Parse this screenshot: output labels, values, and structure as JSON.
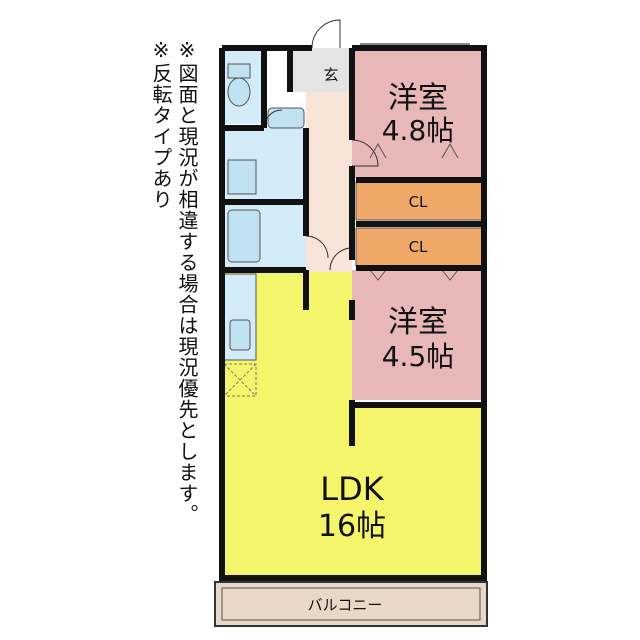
{
  "notes": {
    "note1": "※図面と現況が相違する場合は現況優先とします。",
    "note2": "※反転タイプあり"
  },
  "rooms": {
    "entrance": "玄",
    "bedroom1": {
      "type": "洋室",
      "size": "4.8帖"
    },
    "closet1": "CL",
    "closet2": "CL",
    "bedroom2": {
      "type": "洋室",
      "size": "4.5帖"
    },
    "ldk": {
      "type": "LDK",
      "size": "16帖"
    },
    "balcony": "バルコニー"
  },
  "colors": {
    "ldk": "#f5f56c",
    "bedroom": "#e8b8b8",
    "closet": "#f0a868",
    "wet_area": "#d4ecf8",
    "corridor": "#f8e4d8",
    "entrance": "#e4e4e4",
    "balcony": "#e8d8c8",
    "wall": "#111111"
  }
}
